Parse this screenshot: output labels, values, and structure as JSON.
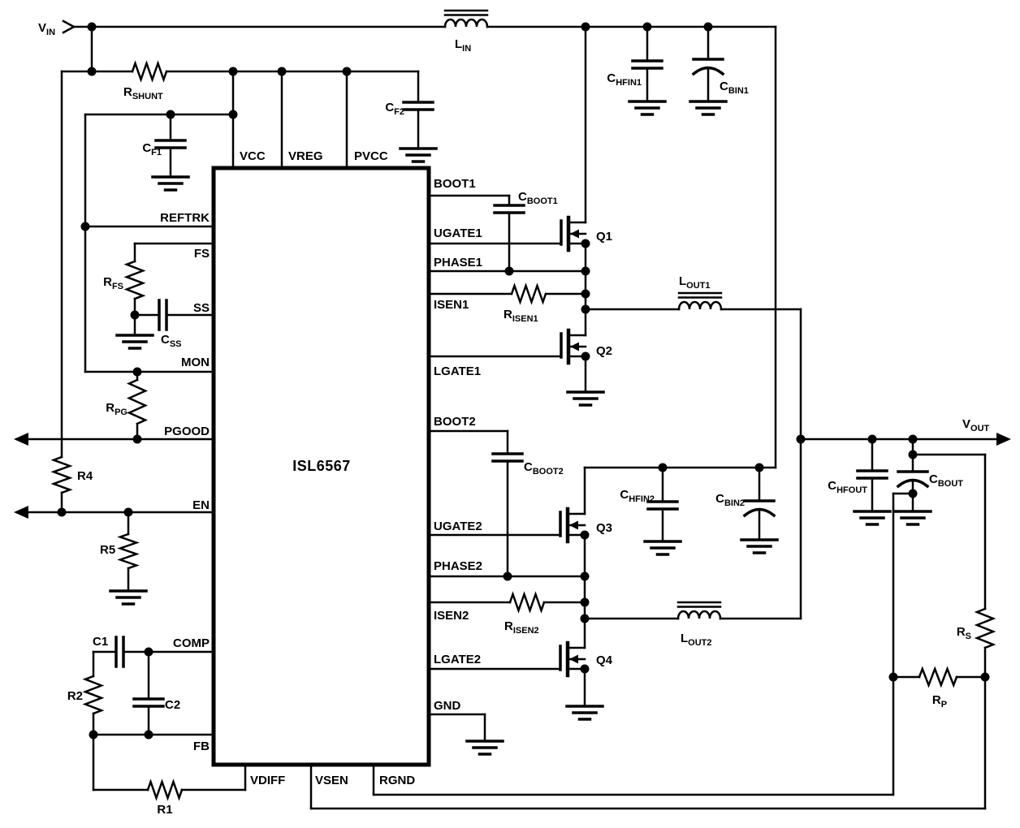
{
  "ic": {
    "part": "ISL6567",
    "pins": {
      "top": [
        "VCC",
        "VREG",
        "PVCC"
      ],
      "left": [
        "REFTRK",
        "FS",
        "SS",
        "MON",
        "PGOOD",
        "EN",
        "COMP",
        "FB"
      ],
      "right": [
        "BOOT1",
        "UGATE1",
        "PHASE1",
        "ISEN1",
        "LGATE1",
        "BOOT2",
        "UGATE2",
        "PHASE2",
        "ISEN2",
        "LGATE2",
        "GND"
      ],
      "bottom": [
        "VDIFF",
        "VSEN",
        "RGND"
      ]
    }
  },
  "ports": {
    "vin": {
      "main": "V",
      "sub": "IN"
    },
    "vout": {
      "main": "V",
      "sub": "OUT"
    }
  },
  "components": {
    "rshunt": {
      "main": "R",
      "sub": "SHUNT"
    },
    "cf1": {
      "main": "C",
      "sub": "F1"
    },
    "cf2": {
      "main": "C",
      "sub": "F2"
    },
    "lin": {
      "main": "L",
      "sub": "IN"
    },
    "chfin1": {
      "main": "C",
      "sub": "HFIN1"
    },
    "cbin1": {
      "main": "C",
      "sub": "BIN1"
    },
    "cboot1": {
      "main": "C",
      "sub": "BOOT1"
    },
    "cboot2": {
      "main": "C",
      "sub": "BOOT2"
    },
    "q1": "Q1",
    "q2": "Q2",
    "q3": "Q3",
    "q4": "Q4",
    "risen1": {
      "main": "R",
      "sub": "ISEN1"
    },
    "risen2": {
      "main": "R",
      "sub": "ISEN2"
    },
    "lout1": {
      "main": "L",
      "sub": "OUT1"
    },
    "lout2": {
      "main": "L",
      "sub": "OUT2"
    },
    "rfs": {
      "main": "R",
      "sub": "FS"
    },
    "css": {
      "main": "C",
      "sub": "SS"
    },
    "rpg": {
      "main": "R",
      "sub": "PG"
    },
    "r1": "R1",
    "r2": "R2",
    "r4": "R4",
    "r5": "R5",
    "c1": "C1",
    "c2": "C2",
    "chfin2": {
      "main": "C",
      "sub": "HFIN2"
    },
    "cbin2": {
      "main": "C",
      "sub": "BIN2"
    },
    "chfout": {
      "main": "C",
      "sub": "HFOUT"
    },
    "cbout": {
      "main": "C",
      "sub": "BOUT"
    },
    "rs": {
      "main": "R",
      "sub": "S"
    },
    "rp": {
      "main": "R",
      "sub": "P"
    }
  },
  "colors": {
    "ink": "#000000",
    "background": "#ffffff"
  }
}
